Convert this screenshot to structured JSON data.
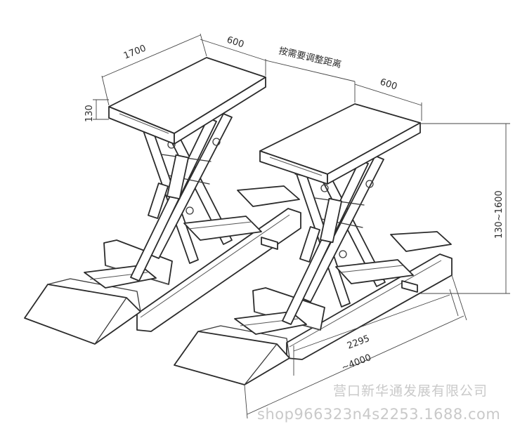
{
  "dimensions": {
    "platform_length": "1700",
    "platform_width_left": "600",
    "platform_width_right": "600",
    "spacing_note": "按需要调整距离",
    "platform_height": "130",
    "lift_range": "130~1600",
    "inner_length": "2295",
    "total_length": "~4000"
  },
  "watermark": {
    "company": "营口新华通发展有限公司",
    "shop": "shop966323n4s2253.1688.com"
  }
}
